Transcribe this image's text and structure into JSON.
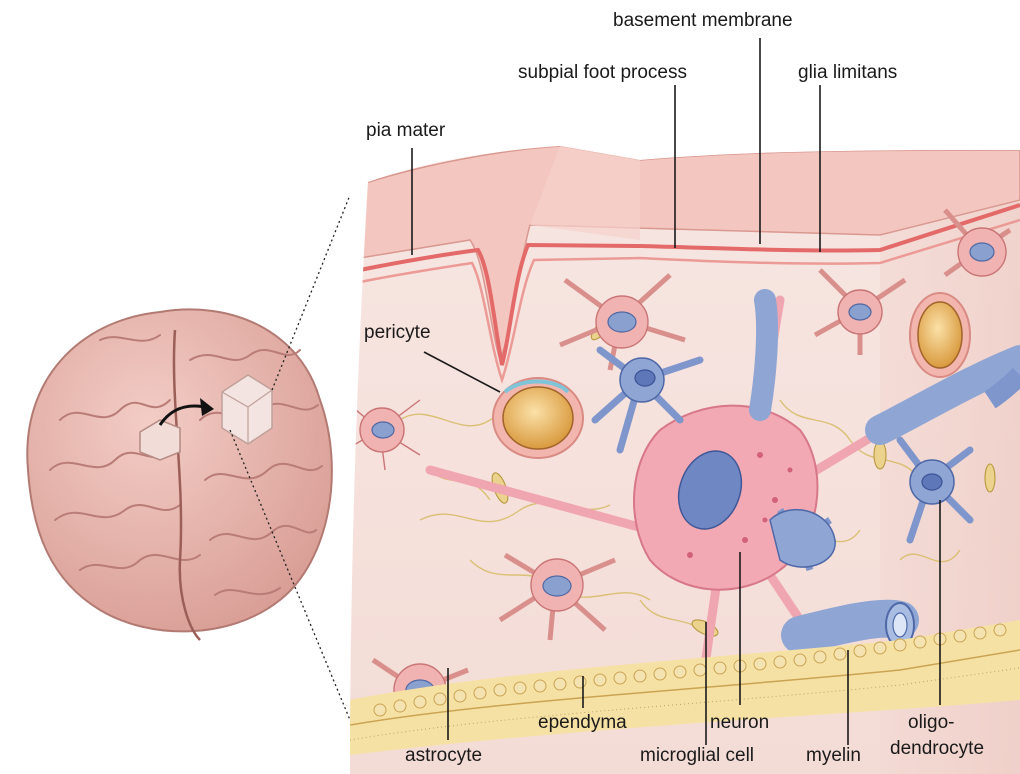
{
  "labels": {
    "basement_membrane": "basement membrane",
    "subpial_foot_process": "subpial foot process",
    "glia_limitans": "glia limitans",
    "pia_mater": "pia mater",
    "pericyte": "pericyte",
    "astrocyte": "astrocyte",
    "ependyma": "ependyma",
    "neuron": "neuron",
    "microglial_cell": "microglial cell",
    "myelin": "myelin",
    "oligodendrocyte_line1": "oligo-",
    "oligodendrocyte_line2": "dendrocyte"
  },
  "colors": {
    "tissue": "#f6e3df",
    "pia": "#f3c4bd",
    "membrane": "#e46a6a",
    "astrocyte": "#f1b3b1",
    "neuron": "#f2a9b3",
    "oligodendrocyte": "#8fa6d4",
    "microglia": "#e8d38a",
    "ependyma": "#f3dd96",
    "vessel": "#f1b85e",
    "brain": "#e9b7ae"
  }
}
